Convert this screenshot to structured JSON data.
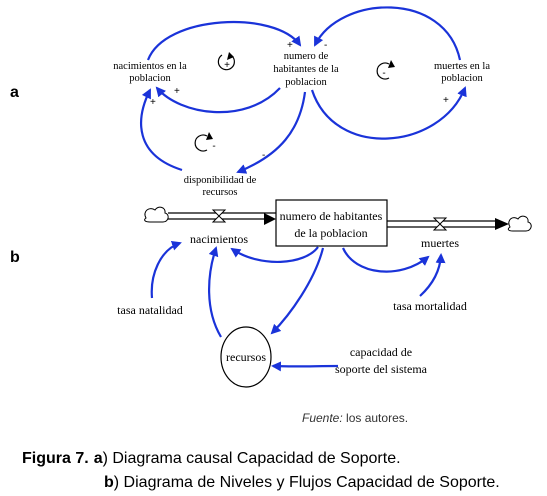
{
  "panel_a": {
    "label": "a",
    "nodes": {
      "births_1": "nacimientos en la",
      "births_2": "poblacion",
      "pop_1": "numero de",
      "pop_2": "habitantes de la",
      "pop_3": "poblacion",
      "deaths_1": "muertes en la",
      "deaths_2": "poblacion",
      "resources_1": "disponibilidad de",
      "resources_2": "recursos"
    },
    "signs": {
      "births_to_pop": "+",
      "pop_to_births": "+",
      "pop_to_resources": "-",
      "resources_to_births": "+",
      "pop_to_deaths": "+",
      "deaths_to_pop": "-"
    },
    "loops": {
      "reinforcing": "+",
      "balancing_right": "-",
      "balancing_bottom": "-"
    }
  },
  "panel_b": {
    "label": "b",
    "stock_1": "numero de habitantes",
    "stock_2": "de la poblacion",
    "inflow": "nacimientos",
    "outflow": "muertes",
    "birth_rate": "tasa natalidad",
    "death_rate": "tasa mortalidad",
    "resources": "recursos",
    "capacity_1": "capacidad de",
    "capacity_2": "soporte del sistema"
  },
  "source": {
    "prefix": "Fuente:",
    "text": " los autores."
  },
  "caption": {
    "figure_label": "Figura 7.",
    "a_letter": "a",
    "a_text": ") Diagrama causal Capacidad de Soporte.",
    "b_letter": "b",
    "b_text": ") Diagrama de Niveles y Flujos Capacidad de Soporte."
  },
  "colors": {
    "link": "#1a33d9",
    "flow": "#000000"
  }
}
